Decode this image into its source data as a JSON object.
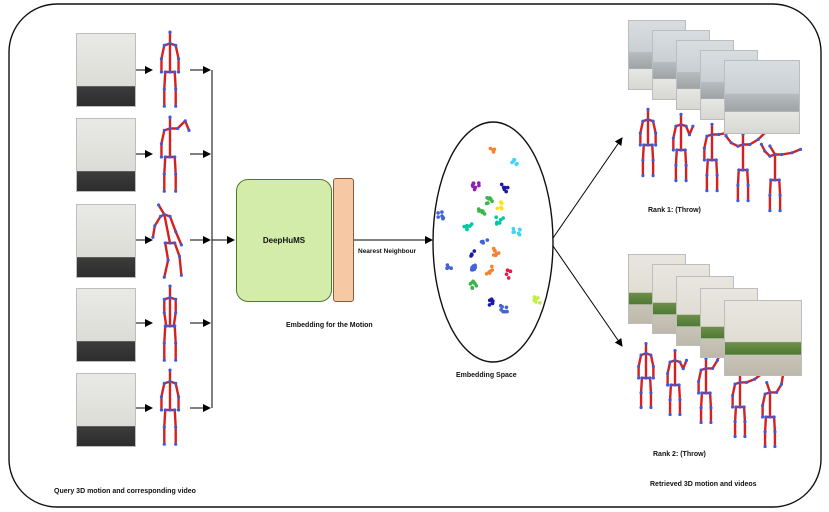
{
  "labels": {
    "deephums": "DeepHuMS",
    "nearest_neighbour": "Nearest Neighbour",
    "embedding_for_motion": "Embedding for the Motion",
    "embedding_space": "Embedding Space",
    "rank1": "Rank 1: (Throw)",
    "rank2": "Rank 2: (Throw)",
    "query_caption": "Query 3D motion and corresponding video",
    "retrieved_caption": "Retrieved 3D motion and videos"
  },
  "colors": {
    "skeleton_bone": "#d62020",
    "skeleton_joint": "#3b5bdb",
    "deephums_fill": "#d4ecaa",
    "embedding_fill": "#f6c9a4",
    "embedding_clusters": [
      "#e6194b",
      "#f58231",
      "#ffe119",
      "#bfef45",
      "#3cb44b",
      "#42d4f4",
      "#4363d8",
      "#911eb4",
      "#1a1aa6",
      "#00c8a0"
    ]
  },
  "icons": [
    "person-photo",
    "skeleton-figure",
    "arrow-icon"
  ]
}
